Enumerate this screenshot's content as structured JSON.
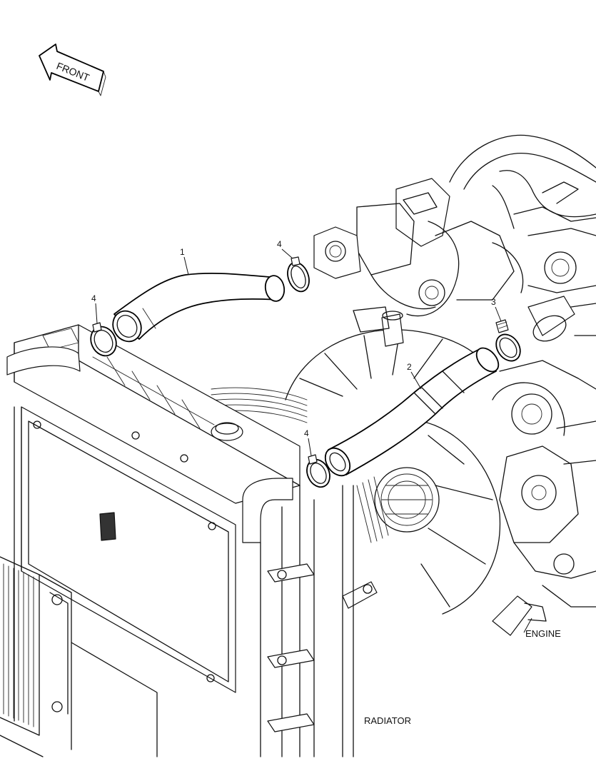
{
  "front_arrow": {
    "label": "FRONT"
  },
  "callouts": [
    {
      "id": "c1",
      "text": "1"
    },
    {
      "id": "c2",
      "text": "2"
    },
    {
      "id": "c3",
      "text": "3"
    },
    {
      "id": "c4a",
      "text": "4"
    },
    {
      "id": "c4b",
      "text": "4"
    },
    {
      "id": "c4c",
      "text": "4"
    }
  ],
  "labels": {
    "engine": "ENGINE",
    "radiator": "RADIATOR"
  }
}
